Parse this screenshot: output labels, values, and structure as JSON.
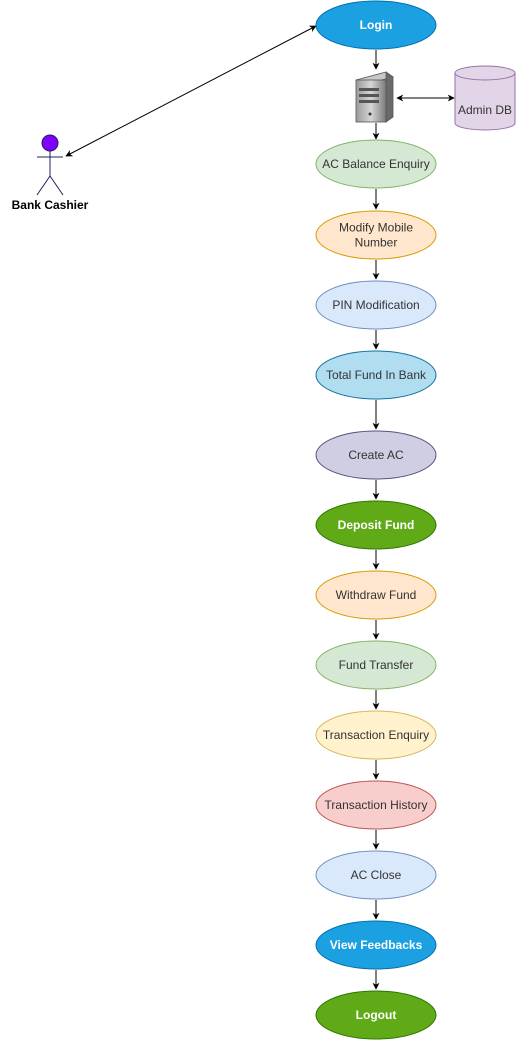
{
  "diagram": {
    "actor": {
      "label": "Bank Cashier",
      "head_color": "#7f00ff",
      "line_color": "#1f1f5f"
    },
    "server": {
      "icon": "server-icon"
    },
    "database": {
      "label": "Admin DB",
      "fill": "#e1d5e7",
      "stroke": "#9673a6"
    },
    "nodes": [
      {
        "id": "login",
        "lines": [
          "Login"
        ],
        "fill": "#1ba1e2",
        "stroke": "#006eaf",
        "text_color": "#ffffff",
        "bold": true
      },
      {
        "id": "ac-balance-enquiry",
        "lines": [
          "AC Balance Enquiry"
        ],
        "fill": "#d5e8d4",
        "stroke": "#82b366",
        "text_color": "#333333",
        "bold": false
      },
      {
        "id": "modify-mobile-number",
        "lines": [
          "Modify Mobile",
          "Number"
        ],
        "fill": "#ffe6cc",
        "stroke": "#d79b00",
        "text_color": "#333333",
        "bold": false
      },
      {
        "id": "pin-modification",
        "lines": [
          "PIN Modification"
        ],
        "fill": "#dae8fc",
        "stroke": "#6c8ebf",
        "text_color": "#333333",
        "bold": false
      },
      {
        "id": "total-fund-in-bank",
        "lines": [
          "Total Fund In Bank"
        ],
        "fill": "#b1ddf0",
        "stroke": "#10739e",
        "text_color": "#333333",
        "bold": false
      },
      {
        "id": "create-ac",
        "lines": [
          "Create AC"
        ],
        "fill": "#d0cee2",
        "stroke": "#56517e",
        "text_color": "#333333",
        "bold": false
      },
      {
        "id": "deposit-fund",
        "lines": [
          "Deposit Fund"
        ],
        "fill": "#60a917",
        "stroke": "#2d7600",
        "text_color": "#ffffff",
        "bold": true
      },
      {
        "id": "withdraw-fund",
        "lines": [
          "Withdraw Fund"
        ],
        "fill": "#ffe6cc",
        "stroke": "#d79b00",
        "text_color": "#333333",
        "bold": false
      },
      {
        "id": "fund-transfer",
        "lines": [
          "Fund Transfer"
        ],
        "fill": "#d5e8d4",
        "stroke": "#82b366",
        "text_color": "#333333",
        "bold": false
      },
      {
        "id": "transaction-enquiry",
        "lines": [
          "Transaction Enquiry"
        ],
        "fill": "#fff2cc",
        "stroke": "#d6b656",
        "text_color": "#333333",
        "bold": false
      },
      {
        "id": "transaction-history",
        "lines": [
          "Transaction History"
        ],
        "fill": "#f8cecc",
        "stroke": "#b85450",
        "text_color": "#333333",
        "bold": false
      },
      {
        "id": "ac-close",
        "lines": [
          "AC Close"
        ],
        "fill": "#dae8fc",
        "stroke": "#6c8ebf",
        "text_color": "#333333",
        "bold": false
      },
      {
        "id": "view-feedbacks",
        "lines": [
          "View Feedbacks"
        ],
        "fill": "#1ba1e2",
        "stroke": "#006eaf",
        "text_color": "#ffffff",
        "bold": true
      },
      {
        "id": "logout",
        "lines": [
          "Logout"
        ],
        "fill": "#60a917",
        "stroke": "#2d7600",
        "text_color": "#ffffff",
        "bold": true
      }
    ]
  }
}
